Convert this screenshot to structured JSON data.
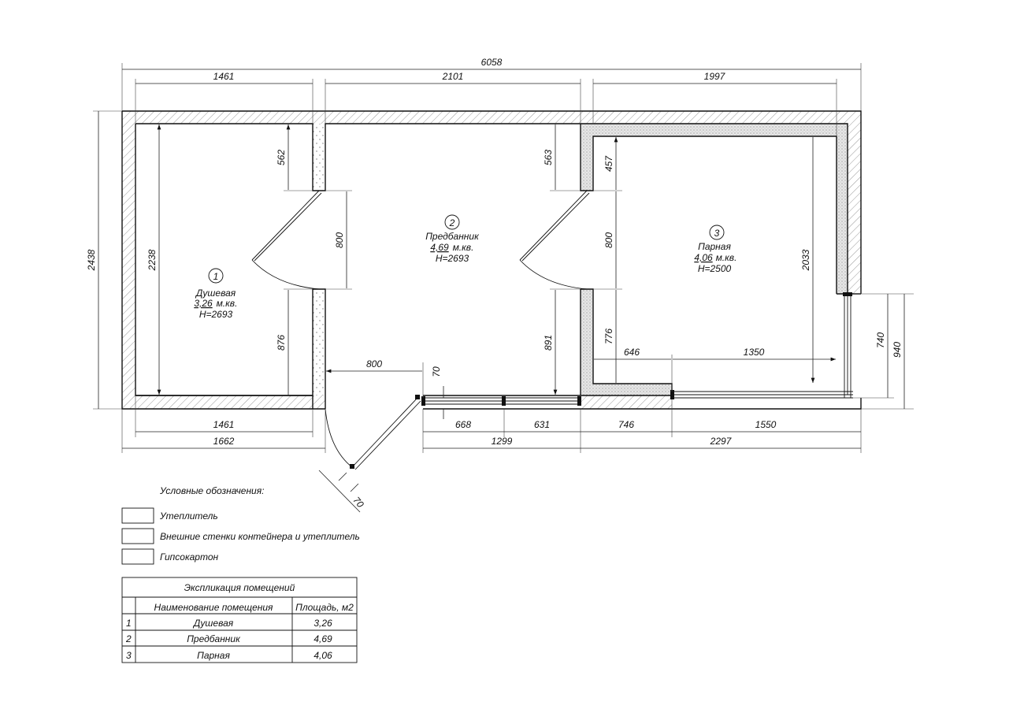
{
  "dimensions": {
    "overall_width": "6058",
    "top_room1": "1461",
    "top_room2": "2101",
    "top_room3": "1997",
    "overall_height": "2438",
    "room1_height": "2238",
    "partition1_top": "562",
    "door1_width": "800",
    "partition1_bottom": "876",
    "partition2_top": "563",
    "partition2_bottom": "891",
    "room3_wall_top": "457",
    "door2_width": "800",
    "room3_wall_bottom": "776",
    "room3_height": "2033",
    "entrance_width": "800",
    "entrance_gap": "70",
    "room3_bottom_left": "646",
    "room3_window_bottom": "1350",
    "right_window": "740",
    "right_window_total": "940",
    "bottom_room1_inner": "1461",
    "bottom_room1_total": "1662",
    "window_a": "668",
    "window_b": "631",
    "windows_total": "1299",
    "bottom_room3_left": "746",
    "bottom_room3_window": "1550",
    "bottom_room3_total": "2297",
    "door_leaf_thickness": "70"
  },
  "rooms": [
    {
      "number": "1",
      "name": "Душевая",
      "area": "3,26",
      "unit": "м.кв.",
      "height": "H=2693"
    },
    {
      "number": "2",
      "name": "Предбанник",
      "area": "4,69",
      "unit": "м.кв.",
      "height": "H=2693"
    },
    {
      "number": "3",
      "name": "Парная",
      "area": "4,06",
      "unit": "м.кв.",
      "height": "H=2500"
    }
  ],
  "legend": {
    "title": "Условные обозначения:",
    "items": [
      {
        "label": "Утеплитель"
      },
      {
        "label": "Внешние стенки контейнера и утеплитель"
      },
      {
        "label": "Гипсокартон"
      }
    ]
  },
  "table": {
    "title": "Экспликация помещений",
    "headers": [
      "",
      "Наименование помещения",
      "Площадь, м2"
    ],
    "rows": [
      [
        "1",
        "Душевая",
        "3,26"
      ],
      [
        "2",
        "Предбанник",
        "4,69"
      ],
      [
        "3",
        "Парная",
        "4,06"
      ]
    ]
  }
}
